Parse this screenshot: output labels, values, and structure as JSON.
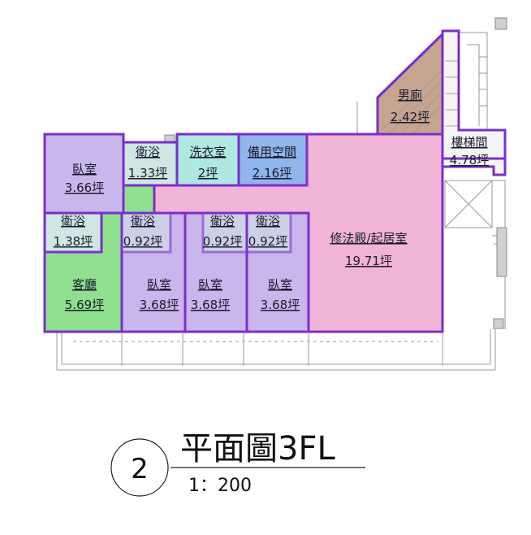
{
  "colors": {
    "outline": "#7a2fc9",
    "worship": "#f1b3d6",
    "bedroom": "#c9b6ec",
    "bath": "#cfe6e2",
    "laundry": "#aee8e0",
    "spare": "#8fb6ea",
    "living": "#8fe08f",
    "toilet": "#c5a590",
    "stair": "#f4f4f4",
    "line": "#9a9a9a"
  },
  "rooms": {
    "bed1": {
      "name": "臥室",
      "area": "3.66坪"
    },
    "bath_top": {
      "name": "衛浴",
      "area": "1.33坪"
    },
    "laundry": {
      "name": "洗衣室",
      "area": "2坪"
    },
    "spare": {
      "name": "備用空間",
      "area": "2.16坪"
    },
    "bath_left": {
      "name": "衛浴",
      "area": "1.38坪"
    },
    "bath2": {
      "name": "衛浴",
      "area": "0.92坪"
    },
    "bath3": {
      "name": "衛浴",
      "area": "0.92坪"
    },
    "bath4": {
      "name": "衛浴",
      "area": "0.92坪"
    },
    "living": {
      "name": "客廳",
      "area": "5.69坪"
    },
    "bed2": {
      "name": "臥室",
      "area": "3.68坪"
    },
    "bed3": {
      "name": "臥室",
      "area": "3.68坪"
    },
    "bed4": {
      "name": "臥室",
      "area": "3.68坪"
    },
    "worship": {
      "name": "修法殿/起居室",
      "area": "19.71坪"
    },
    "toilet": {
      "name": "男廁",
      "area": "2.42坪"
    },
    "stair": {
      "name": "樓梯間",
      "area": "4.78坪"
    }
  },
  "title": {
    "number": "2",
    "main": "平面圖3FL",
    "scale": "1：200"
  }
}
